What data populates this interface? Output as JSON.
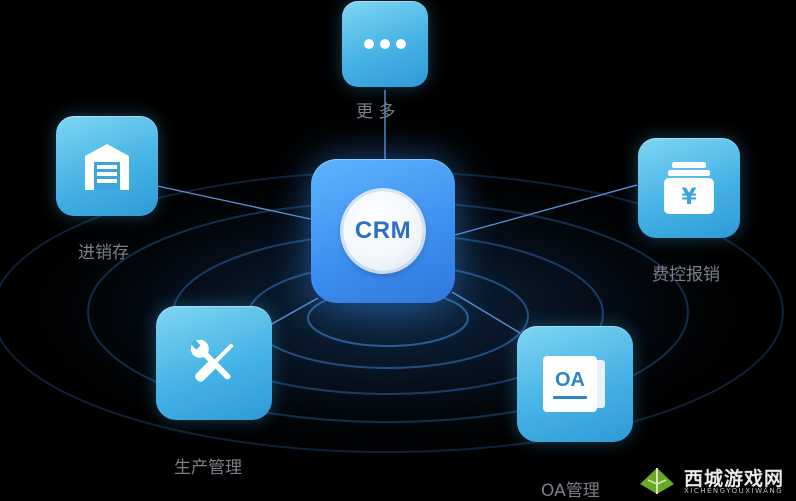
{
  "center": {
    "label": "CRM"
  },
  "modules": [
    {
      "label": "更 多",
      "icon": "more-dots-icon"
    },
    {
      "label": "进销存",
      "icon": "warehouse-icon"
    },
    {
      "label": "费控报销",
      "icon": "yen-wallet-icon"
    },
    {
      "label": "生产管理",
      "icon": "tools-icon"
    },
    {
      "label": "OA管理",
      "icon": "oa-document-icon",
      "icon_text": "OA"
    }
  ],
  "watermark": {
    "title": "西城游戏网",
    "subtitle": "XICHENGYOUXIWANG"
  },
  "colors": {
    "background": "#000000",
    "tile": "#46b3e6",
    "hub": "#3d8eef",
    "label": "#7b7f88",
    "line": "#5a8fd6"
  }
}
